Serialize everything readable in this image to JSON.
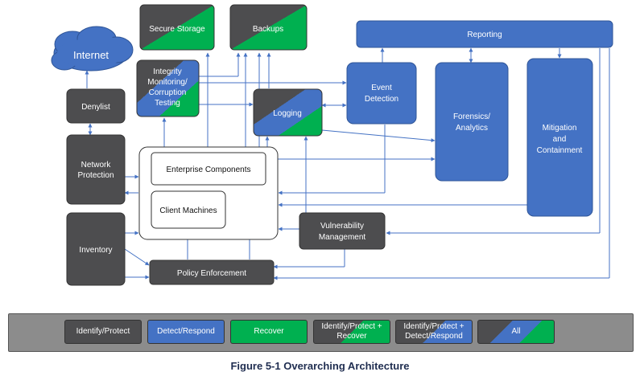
{
  "colors": {
    "identify_protect": "#4d4d4f",
    "detect_respond": "#4472c4",
    "recover": "#00b050",
    "line": "#4472c4"
  },
  "nodes": {
    "internet": "Internet",
    "denylist": "Denylist",
    "network_protection": [
      "Network",
      "Protection"
    ],
    "inventory": "Inventory",
    "secure_storage": "Secure Storage",
    "backups": "Backups",
    "integrity": [
      "Integrity",
      "Monitoring/",
      "Corruption",
      "Testing"
    ],
    "logging": "Logging",
    "event_detection": [
      "Event",
      "Detection"
    ],
    "reporting": "Reporting",
    "forensics": [
      "Forensics/",
      "Analytics"
    ],
    "mitigation": [
      "Mitigation",
      "and",
      "Containment"
    ],
    "enterprise_components": "Enterprise Components",
    "client_machines": "Client Machines",
    "vulnerability_management": [
      "Vulnerability",
      "Management"
    ],
    "policy_enforcement": "Policy Enforcement"
  },
  "legend": [
    {
      "label": "Identify/Protect"
    },
    {
      "label": "Detect/Respond"
    },
    {
      "label": "Recover"
    },
    {
      "label": "Identify/Protect +\nRecover"
    },
    {
      "label": "Identify/Protect +\nDetect/Respond"
    },
    {
      "label": "All"
    }
  ],
  "caption": "Figure 5-1 Overarching Architecture"
}
